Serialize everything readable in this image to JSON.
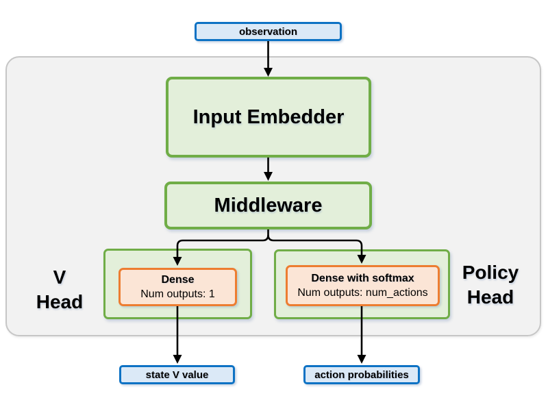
{
  "nodes": {
    "observation": {
      "label": "observation"
    },
    "input_embedder": {
      "label": "Input Embedder"
    },
    "middleware": {
      "label": "Middleware"
    },
    "v_head": {
      "group_label_line1": "V",
      "group_label_line2": "Head",
      "dense": {
        "title": "Dense",
        "subtitle": "Num outputs: 1"
      },
      "output": {
        "label": "state V value"
      }
    },
    "policy_head": {
      "group_label_line1": "Policy",
      "group_label_line2": "Head",
      "dense": {
        "title": "Dense with softmax",
        "subtitle": "Num outputs: num_actions"
      },
      "output": {
        "label": "action probabilities"
      }
    }
  },
  "colors": {
    "io_fill": "#dbe9f7",
    "io_border": "#0d72c4",
    "block_fill": "#e3efda",
    "block_border": "#70ad47",
    "dense_fill": "#fbe5d6",
    "dense_border": "#ed7d31",
    "container_fill": "#f2f2f2",
    "container_border": "#c6c6c6",
    "arrow": "#000000",
    "text": "#000000"
  }
}
